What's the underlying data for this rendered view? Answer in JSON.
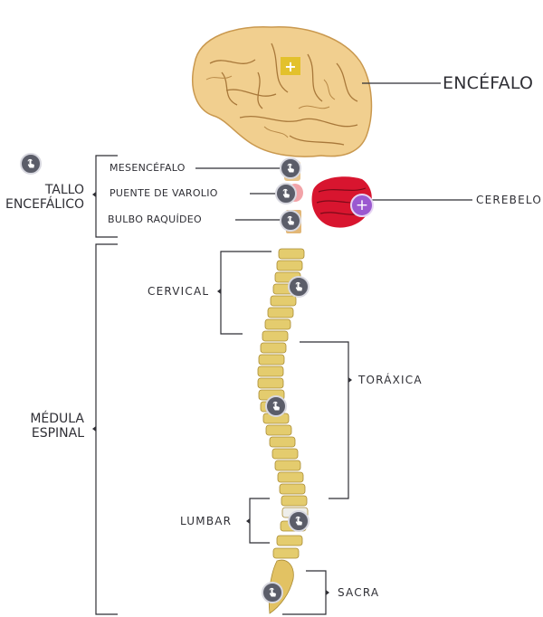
{
  "diagram": {
    "title": "Sistema nervioso central",
    "labels": {
      "encefalo": "ENCÉFALO",
      "cerebelo": "CEREBELO",
      "tallo_line1": "TALLO",
      "tallo_line2": "ENCEFÁLICO",
      "mesencefalo": "MESENCÉFALO",
      "puente": "PUENTE DE VAROLIO",
      "bulbo": "BULBO RAQUÍDEO",
      "medula_line1": "MÉDULA",
      "medula_line2": "ESPINAL",
      "cervical": "CERVICAL",
      "toraxica": "TORÁXICA",
      "lumbar": "LUMBAR",
      "sacra": "SACRA"
    },
    "icons": {
      "hotspot": "tap-hand-icon",
      "brain_expand": "plus-icon",
      "cerebellum_expand": "plus-icon",
      "plus_glyph": "+"
    },
    "colors": {
      "brain": "#f1cf8f",
      "brain_dark": "#c9984e",
      "cerebellum": "#d8152f",
      "spine": "#e4cc6e",
      "hotspot": "#5b5d69",
      "brain_button": "#e3c12c",
      "cerebellum_button": "#9b59d0",
      "line": "#2f2f35"
    }
  }
}
